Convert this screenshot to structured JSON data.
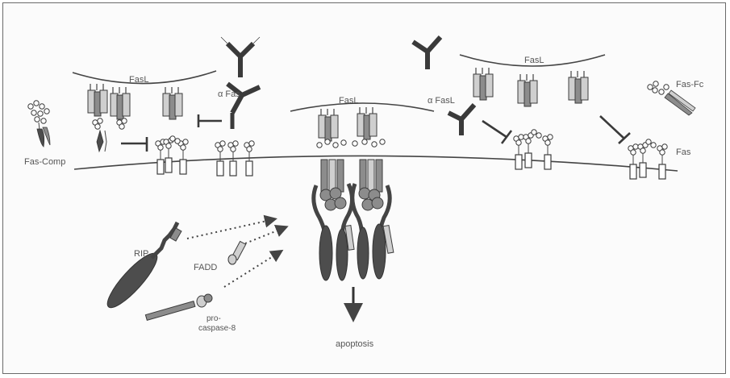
{
  "labels": {
    "fasl_left": "FasL",
    "alpha_fas": "α Fas",
    "fasl_center": "FasL",
    "alpha_fasl": "α FasL",
    "fasl_right": "FasL",
    "fas_fc": "Fas-Fc",
    "fas_comp": "Fas-Comp",
    "fas": "Fas",
    "rip": "RIP",
    "fadd": "FADD",
    "pro": "pro-",
    "caspase": "caspase-8",
    "apoptosis": "apoptosis"
  },
  "colors": {
    "line": "#444444",
    "dark_protein": "#4d4d4d",
    "mid_protein": "#8c8c8c",
    "light_protein": "#cfcfcf",
    "background": "#fbfbfb"
  }
}
